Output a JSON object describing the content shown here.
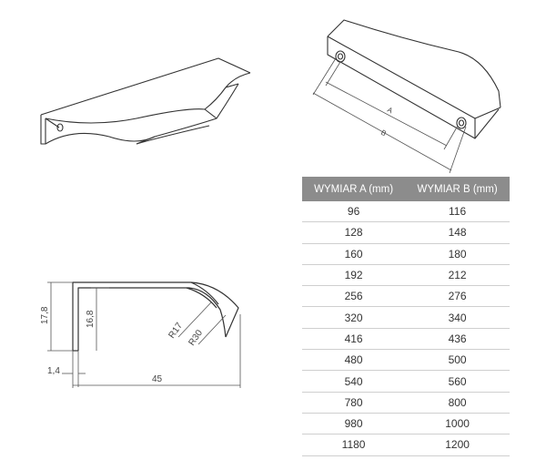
{
  "table": {
    "headers": [
      "WYMIAR A (mm)",
      "WYMIAR B (mm)"
    ],
    "rows": [
      [
        "96",
        "116"
      ],
      [
        "128",
        "148"
      ],
      [
        "160",
        "180"
      ],
      [
        "192",
        "212"
      ],
      [
        "256",
        "276"
      ],
      [
        "320",
        "340"
      ],
      [
        "416",
        "436"
      ],
      [
        "480",
        "500"
      ],
      [
        "540",
        "560"
      ],
      [
        "780",
        "800"
      ],
      [
        "980",
        "1000"
      ],
      [
        "1180",
        "1200"
      ]
    ]
  },
  "isometric_dims": {
    "a": "A",
    "b": "B"
  },
  "profile_dims": {
    "height_outer": "17,8",
    "height_inner": "16,8",
    "thickness": "1,4",
    "depth": "45",
    "radius_small": "R17",
    "radius_large": "R30"
  },
  "colors": {
    "line": "#333333",
    "dim": "#555555",
    "header_bg": "#8c8c8c",
    "row_line": "#cfcfcf"
  }
}
